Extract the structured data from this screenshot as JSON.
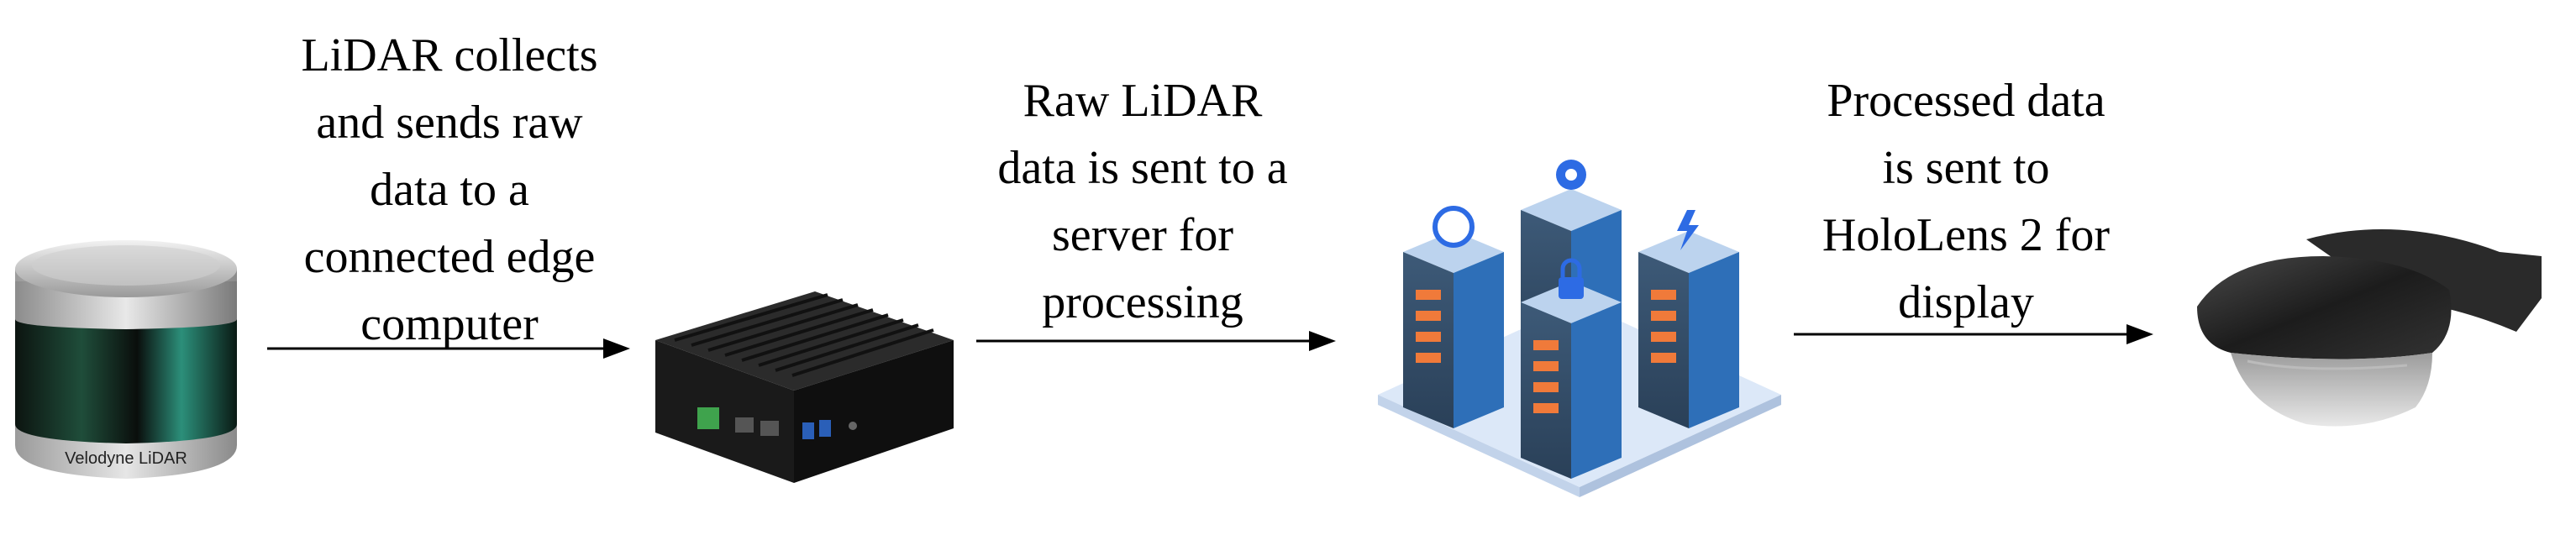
{
  "diagram": {
    "steps": [
      {
        "device": "lidar-sensor",
        "device_brand": "Velodyne LiDAR",
        "caption_lines": [
          "LiDAR collects",
          "and sends raw",
          "data to a",
          "connected edge",
          "computer"
        ]
      },
      {
        "device": "edge-computer",
        "caption_lines": [
          "Raw LiDAR",
          "data is sent to a",
          "server for",
          "processing"
        ]
      },
      {
        "device": "server-cluster",
        "caption_lines": [
          "Processed data",
          "is sent to",
          "HoloLens 2 for",
          "display"
        ]
      },
      {
        "device": "hololens-headset",
        "caption_lines": []
      }
    ]
  }
}
